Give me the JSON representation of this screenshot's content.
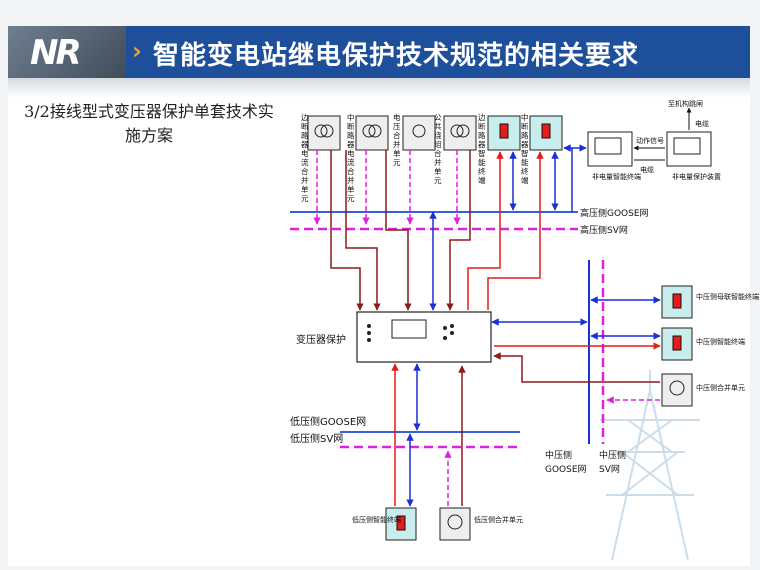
{
  "header": {
    "logo": "NR",
    "title": "智能变电站继电保护技术规范的相关要求"
  },
  "scheme_title": "3/2接线型式变压器保护单套技术实施方案",
  "top_units": [
    "边断路器电流合并单元",
    "中断路器电流合并单元",
    "电压合并单元",
    "公共绕组合并单元",
    "边断路器智能终端",
    "中断路器智能终端"
  ],
  "hv_nets": {
    "goose": "高压侧GOOSE网",
    "sv": "高压侧SV网"
  },
  "protection": {
    "label": "变压器保护"
  },
  "non_electric": {
    "terminal": "非电量智能终端",
    "protection": "非电量保护装置",
    "signal": "动作信号",
    "cable1": "电缆",
    "cable2": "电缆",
    "trip": "至机构跳闸"
  },
  "mv": {
    "bus_terminal": "中压侧母联智能终端",
    "terminal": "中压侧智能终端",
    "merging": "中压侧合并单元",
    "goose_label_1": "中压侧",
    "goose_label_2": "GOOSE网",
    "sv_label_1": "中压侧",
    "sv_label_2": "SV网"
  },
  "lv": {
    "goose": "低压侧GOOSE网",
    "sv": "低压侧SV网",
    "terminal": "低压侧智能终端",
    "merging": "低压侧合并单元"
  }
}
